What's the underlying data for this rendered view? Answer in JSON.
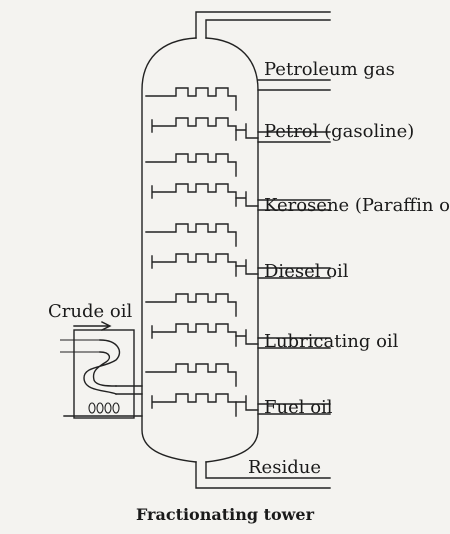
{
  "labels": {
    "petroleum_gas": "Petroleum gas",
    "petrol": "Petrol (gasoline)",
    "kerosene": "Kerosene (Paraffin o",
    "diesel": "Diesel oil",
    "lubricating": "Lubricating oil",
    "fuel": "Fuel oil",
    "residue": "Residue",
    "crude": "Crude oil"
  },
  "caption": "Fractionating tower"
}
